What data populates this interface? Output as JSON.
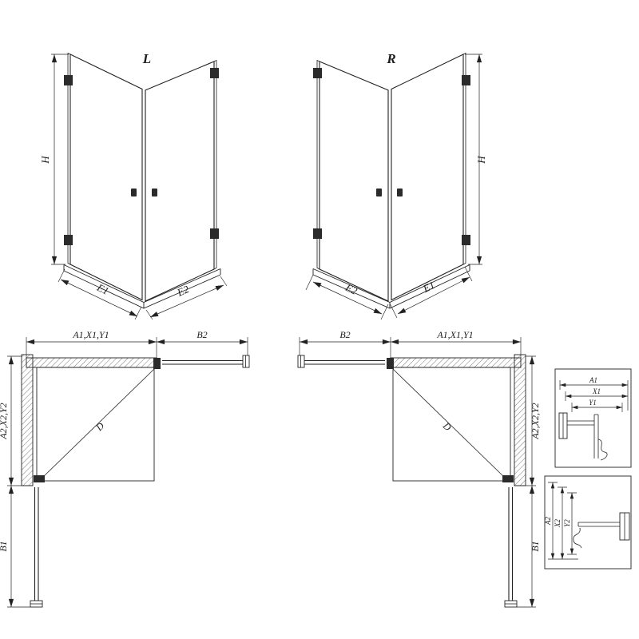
{
  "colors": {
    "line": "#222222",
    "background": "#ffffff"
  },
  "iso_left": {
    "variant": "L",
    "height": "H",
    "bottom_left": "E1",
    "bottom_right": "E2"
  },
  "iso_right": {
    "variant": "R",
    "height": "H",
    "bottom_left": "E2",
    "bottom_right": "E1"
  },
  "plan_left": {
    "top_width": "A1,X1,Y1",
    "top_door": "B2",
    "side_depth": "A2,X2,Y2",
    "side_door": "B1",
    "diagonal": "D"
  },
  "plan_right": {
    "top_door": "B2",
    "top_width": "A1,X1,Y1",
    "side_depth": "A2,X2,Y2",
    "side_door": "B1",
    "diagonal": "D"
  },
  "detail_width": {
    "outer": "A1",
    "mid": "X1",
    "inner": "Y1"
  },
  "detail_depth": {
    "outer": "A2",
    "mid": "X2",
    "inner": "Y2"
  }
}
